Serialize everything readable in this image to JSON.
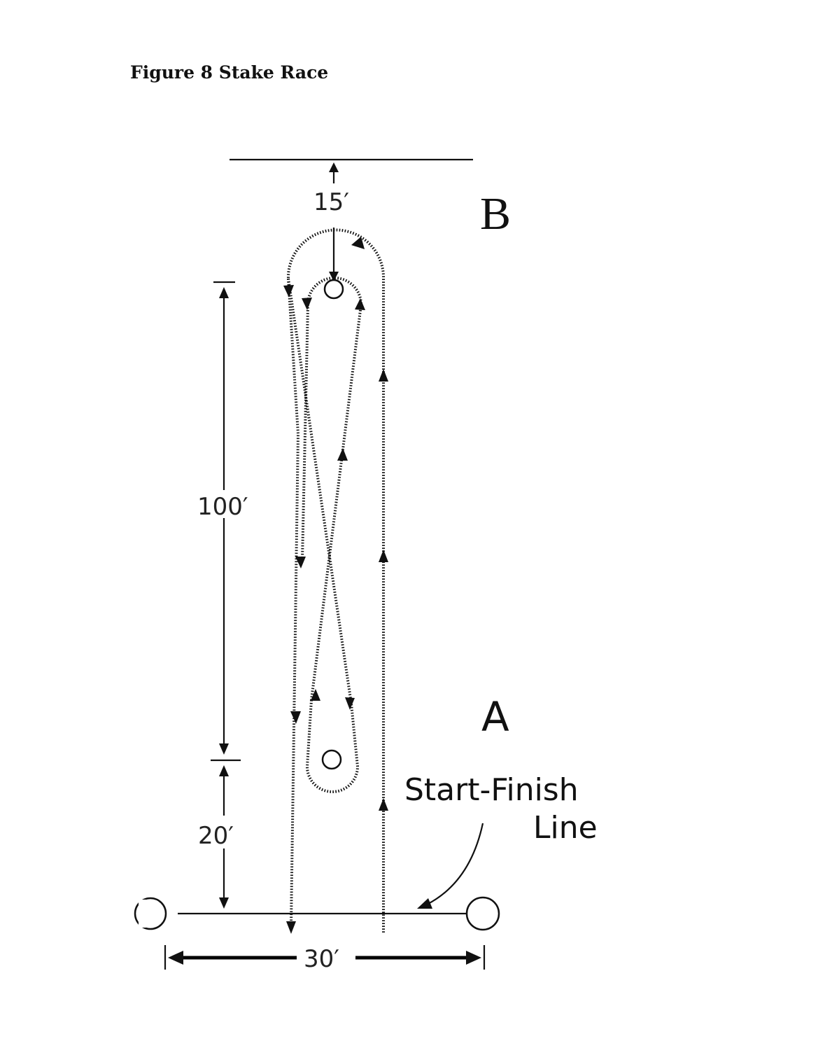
{
  "title": "Figure 8 Stake Race",
  "labels": {
    "end_b": "B",
    "end_a": "A",
    "start_finish_line1": "Start-Finish",
    "start_finish_line2": "Line"
  },
  "dimensions": {
    "stake_to_end_line": "15′",
    "between_stakes": "100′",
    "start_to_first_stake": "20′",
    "start_line_width": "30′"
  }
}
